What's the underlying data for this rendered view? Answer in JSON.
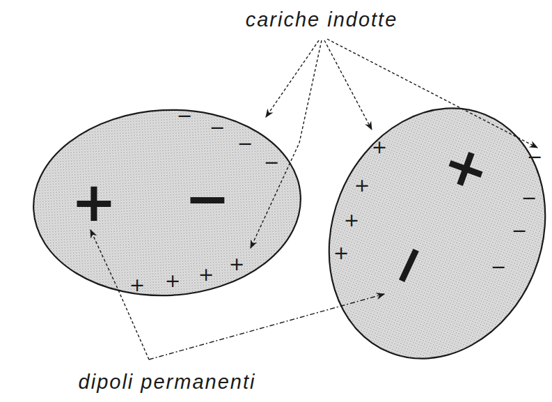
{
  "diagram": {
    "nodes": [
      {
        "text": [
          "+",
          "−",
          "−",
          "−",
          "−",
          "−",
          "+",
          "+",
          "+",
          "+"
        ]
      },
      {
        "text": [
          "+",
          "−",
          "+",
          "+",
          "+",
          "+",
          "−",
          "−",
          "−",
          "−"
        ]
      }
    ],
    "labels": [
      "cariche indotte",
      "dipoli permanenti"
    ]
  }
}
